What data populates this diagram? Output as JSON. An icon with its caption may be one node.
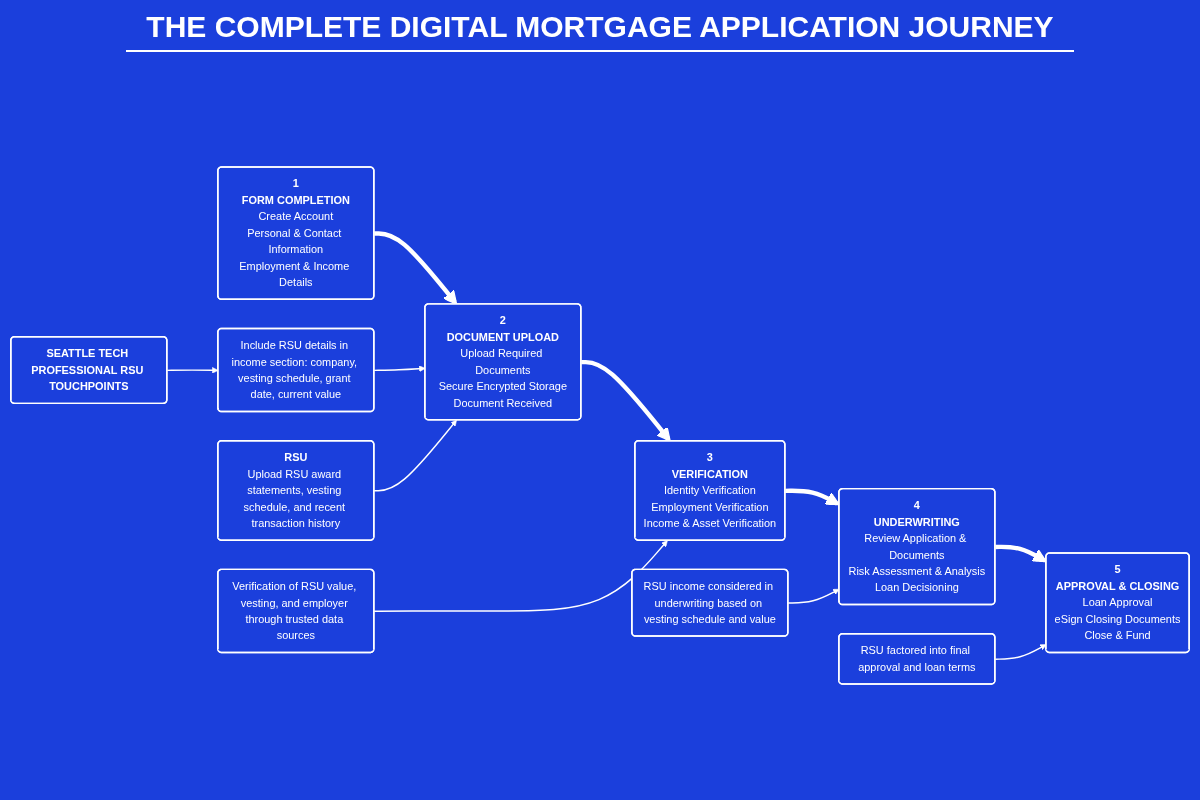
{
  "diagram": {
    "title": "THE COMPLETE DIGITAL MORTGAGE APPLICATION JOURNEY",
    "nodes": [
      {
        "text": [
          "1",
          "FORM COMPLETION",
          "Create Account",
          "Personal & Contact Information",
          "Employment & Income Details"
        ]
      },
      {
        "text": [
          "2",
          "DOCUMENT UPLOAD",
          "Upload Required Documents",
          "Secure Encrypted Storage",
          "Document Received"
        ]
      },
      {
        "text": [
          "3",
          "VERIFICATION",
          "Identity Verification",
          "Employment Verification",
          "Income & Asset Verification"
        ]
      },
      {
        "text": [
          "4",
          "UNDERWRITING",
          "Review Application & Documents",
          "Risk Assessment & Analysis",
          "Loan Decisioning"
        ]
      },
      {
        "text": [
          "5",
          "APPROVAL & CLOSING",
          "Loan Approval",
          "eSign Closing Documents",
          "Close & Fund"
        ]
      },
      {
        "text": [
          "SEATTLE TECH PROFESSIONAL RSU TOUCHPOINTS"
        ]
      },
      {
        "text": [
          "Include RSU details in income section: company, vesting schedule, grant date, current value"
        ]
      },
      {
        "text": [
          "RSU",
          "Upload RSU award statements, vesting schedule, and recent transaction history"
        ]
      },
      {
        "text": [
          "Verification of RSU value, vesting, and employer through trusted data sources"
        ]
      },
      {
        "text": [
          "RSU income considered in underwriting based on vesting schedule and value"
        ]
      },
      {
        "text": [
          "RSU factored into final approval and loan terms"
        ]
      }
    ],
    "edges": [
      {
        "from": 0,
        "to": 1,
        "arrow": "to",
        "style": "thick"
      },
      {
        "from": 1,
        "to": 2,
        "arrow": "to",
        "style": "thick"
      },
      {
        "from": 2,
        "to": 3,
        "arrow": "to",
        "style": "thick"
      },
      {
        "from": 3,
        "to": 4,
        "arrow": "to",
        "style": "thick"
      },
      {
        "from": 5,
        "to": 6,
        "arrow": "to"
      },
      {
        "from": 6,
        "to": 1,
        "arrow": "to"
      },
      {
        "from": 7,
        "to": 1,
        "arrow": "to"
      },
      {
        "from": 8,
        "to": 2,
        "arrow": "to"
      },
      {
        "from": 9,
        "to": 3,
        "arrow": "to"
      },
      {
        "from": 10,
        "to": 4,
        "arrow": "to"
      }
    ]
  }
}
